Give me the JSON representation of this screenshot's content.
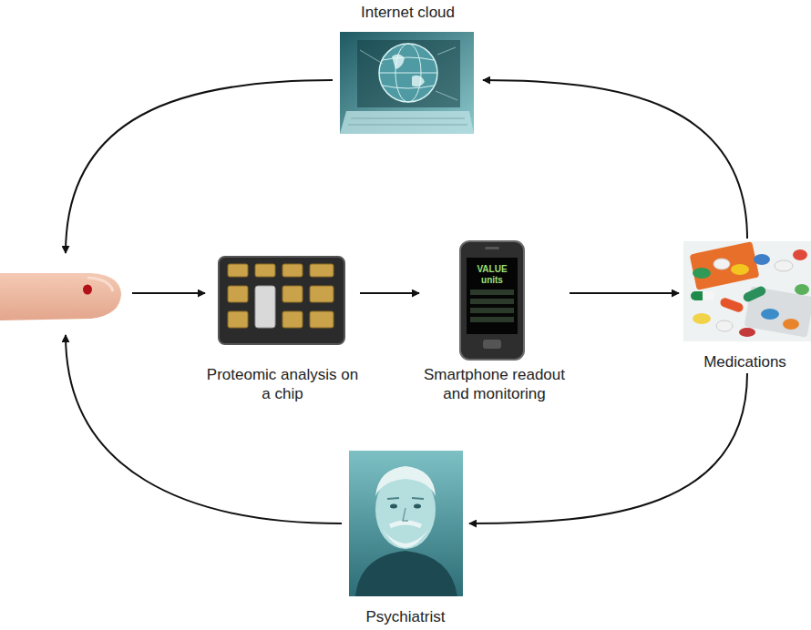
{
  "diagram": {
    "nodes": [
      {
        "text": [
          "Internet cloud"
        ]
      },
      {
        "text": []
      },
      {
        "text": [
          "Proteomic analysis on a chip"
        ]
      },
      {
        "text": [
          "Smartphone readout and monitoring"
        ]
      },
      {
        "text": [
          "Medications"
        ]
      },
      {
        "text": [
          "Psychiatrist"
        ]
      }
    ],
    "edges": [
      {
        "from": 1,
        "to": 2,
        "arrow": "to"
      },
      {
        "from": 2,
        "to": 3,
        "arrow": "to"
      },
      {
        "from": 3,
        "to": 4,
        "arrow": "to"
      },
      {
        "from": 4,
        "to": 0,
        "arrow": "to"
      },
      {
        "from": 0,
        "to": 1,
        "arrow": "to"
      },
      {
        "from": 4,
        "to": 5,
        "arrow": "to"
      },
      {
        "from": 5,
        "to": 1,
        "arrow": "to"
      }
    ],
    "labels": [
      "VALUE units"
    ]
  }
}
